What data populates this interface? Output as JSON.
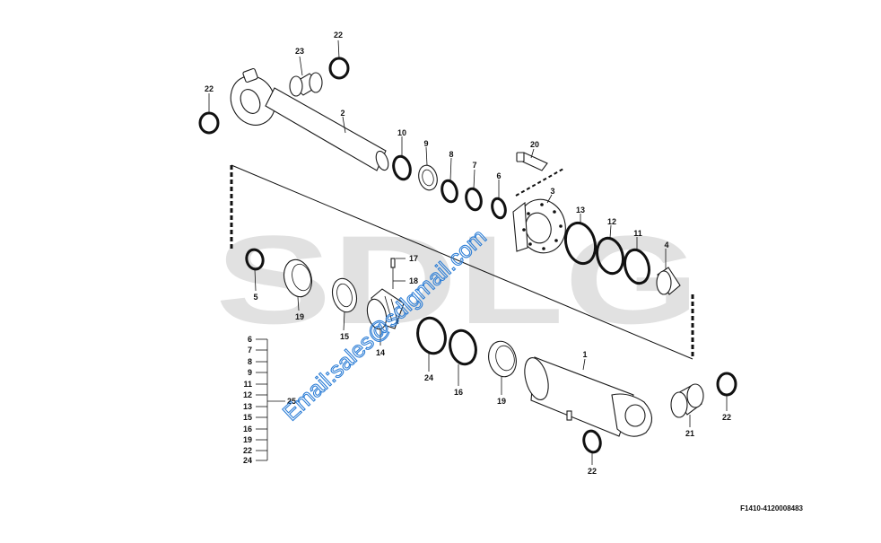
{
  "diagram": {
    "watermark": "SDLG",
    "email_overlay": "Email:sales@sdlgmail.com",
    "figure_code": "F1410-4120008483",
    "callouts": {
      "c1": "1",
      "c2": "2",
      "c3": "3",
      "c4": "4",
      "c5": "5",
      "c6a": "6",
      "c7a": "7",
      "c8a": "8",
      "c9": "9",
      "c10": "10",
      "c11": "11",
      "c12": "12",
      "c13": "13",
      "c14": "14",
      "c15": "15",
      "c16": "16",
      "c17": "17",
      "c18": "18",
      "c19a": "19",
      "c19b": "19",
      "c20": "20",
      "c21": "21",
      "c22a": "22",
      "c22b": "22",
      "c22c": "22",
      "c22d": "22",
      "c23": "23",
      "c24": "24"
    },
    "kit": {
      "label": "25",
      "items": [
        "6",
        "7",
        "8",
        "9",
        "11",
        "12",
        "13",
        "15",
        "16",
        "19",
        "22",
        "24"
      ]
    }
  }
}
